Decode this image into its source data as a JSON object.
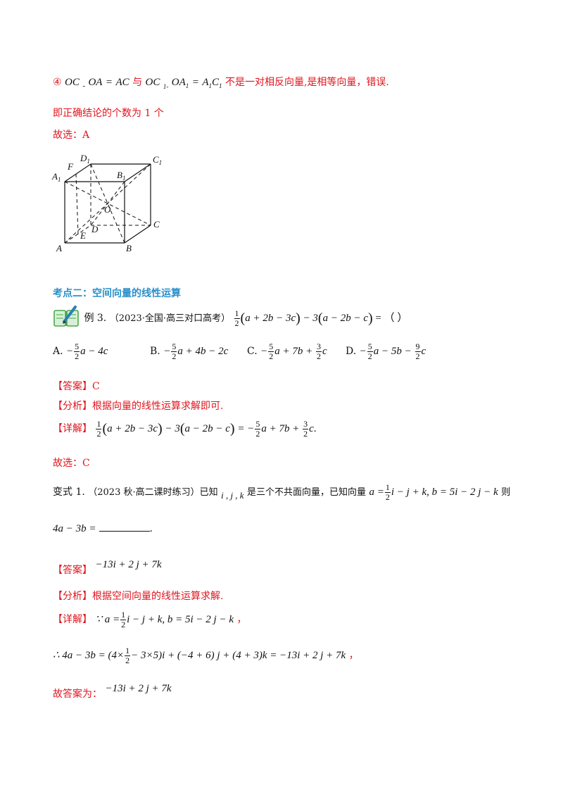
{
  "item4": {
    "marker": "④",
    "v1": "OC",
    "s1": "-",
    "v2": "OA",
    "eq": "=",
    "v3": "AC",
    "yu": "与",
    "v4": "OC",
    "s2": "1-",
    "v5": "OA",
    "v5sub": "1",
    "v6": "A",
    "v6sub": "1",
    "v7": "C",
    "v7sub": "1",
    "tail": "不是一对相反向量,是相等向量，错误."
  },
  "count_line": "即正确结论的个数为 1 个",
  "choose_a": "故选：A",
  "cube": {
    "labels": {
      "A": "A",
      "B": "B",
      "C": "C",
      "D": "D",
      "A1": "A",
      "B1": "B",
      "C1": "C",
      "D1": "D",
      "sub1": "1",
      "E": "E",
      "F": "F",
      "O": "O"
    }
  },
  "section2_title": "考点二：空间向量的线性运算",
  "example3": {
    "label": "例 3.",
    "source": "（2023·全国·高三对口高考）",
    "expr_half": "1",
    "expr_half_den": "2",
    "expr_inner1": "a + 2b − 3c",
    "expr_mid": " − 3",
    "expr_inner2": "a − 2b − c",
    "expr_tail": " = （     ）"
  },
  "options": {
    "A": {
      "letter": "A.",
      "pre": "−",
      "f1n": "5",
      "f1d": "2",
      "rest": "a − 4c"
    },
    "B": {
      "letter": "B.",
      "pre": "−",
      "f1n": "5",
      "f1d": "2",
      "rest": "a + 4b − 2c"
    },
    "C": {
      "letter": "C.",
      "pre": "−",
      "f1n": "5",
      "f1d": "2",
      "rest": "a + 7b + ",
      "f2n": "3",
      "f2d": "2",
      "rest2": "c"
    },
    "D": {
      "letter": "D.",
      "pre": "−",
      "f1n": "5",
      "f1d": "2",
      "rest": "a − 5b − ",
      "f2n": "9",
      "f2d": "2",
      "rest2": "c"
    }
  },
  "ex3_answer": {
    "tag": "【答案】",
    "value": "C"
  },
  "ex3_analysis": {
    "tag": "【分析】",
    "text": "根据向量的线性运算求解即可."
  },
  "ex3_detail": {
    "tag": "【详解】",
    "h_n": "1",
    "h_d": "2",
    "inner1": "a + 2b − 3c",
    "mid": " − 3",
    "inner2": "a − 2b − c",
    "eq": " = −",
    "f1n": "5",
    "f1d": "2",
    "rest": "a + 7b + ",
    "f2n": "3",
    "f2d": "2",
    "end": "c",
    "dot": "."
  },
  "ex3_choose": "故选：C",
  "variant1": {
    "label": "变式 1.",
    "source": "（2023 秋·高二课时练习）已知",
    "ijk": "i , j , k",
    "text2": "是三个不共面向量，已知向量",
    "a_def_pre": "a =",
    "a_n": "1",
    "a_d": "2",
    "a_def_rest": "i − j + k, b = 5i − 2 j − k",
    "text3": "则",
    "question": "4a − 3b =",
    "period": "."
  },
  "v1_answer": {
    "tag": "【答案】",
    "value": "−13i + 2 j + 7k"
  },
  "v1_analysis": {
    "tag": "【分析】",
    "text": "根据空间向量的线性运算求解."
  },
  "v1_detail": {
    "tag": "【详解】",
    "because": "∵ a =",
    "n": "1",
    "d": "2",
    "rest": "i − j + k, b = 5i − 2 j − k",
    "comma": "，"
  },
  "v1_calc": {
    "therefore": "∴ 4a − 3b = (4×",
    "n": "1",
    "d": "2",
    "rest": "− 3×5)i + (−4 + 6) j + (4 + 3)k = −13i + 2 j + 7k",
    "comma": "，"
  },
  "v1_final": {
    "label": "故答案为：",
    "value": "−13i + 2 j + 7k"
  }
}
